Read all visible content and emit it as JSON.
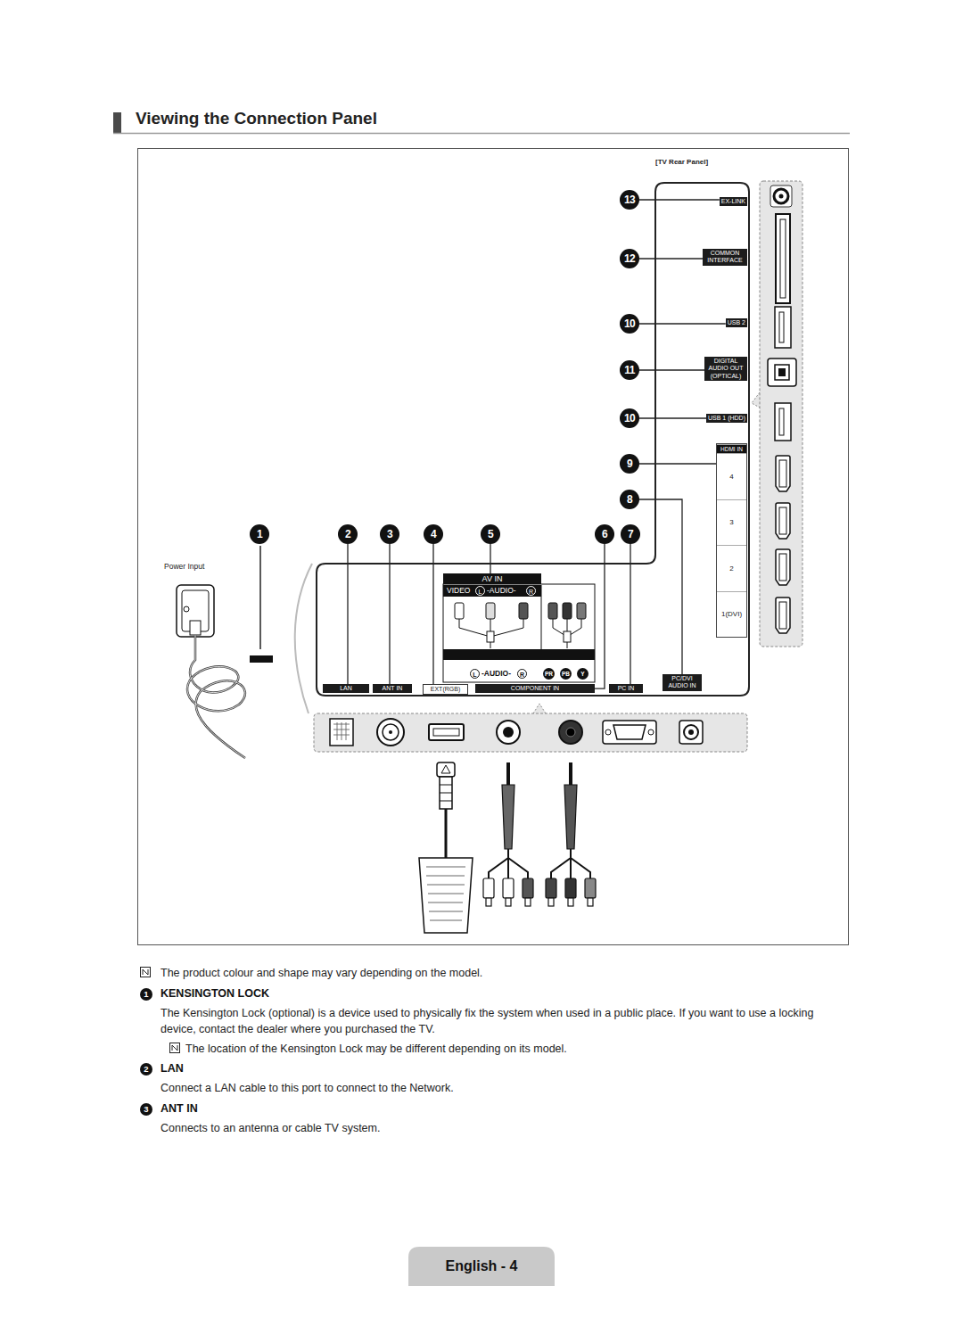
{
  "diagram": {
    "title": "Viewing the Connection Panel",
    "nodes": [
      {
        "text": [
          "13"
        ]
      },
      {
        "text": [
          "12"
        ]
      },
      {
        "text": [
          "10"
        ]
      },
      {
        "text": [
          "11"
        ]
      },
      {
        "text": [
          "10"
        ]
      },
      {
        "text": [
          "9"
        ]
      },
      {
        "text": [
          "8"
        ]
      },
      {
        "text": [
          "1"
        ]
      },
      {
        "text": [
          "2"
        ]
      },
      {
        "text": [
          "3"
        ]
      },
      {
        "text": [
          "4"
        ]
      },
      {
        "text": [
          "5"
        ]
      },
      {
        "text": [
          "6"
        ]
      },
      {
        "text": [
          "7"
        ]
      },
      {
        "text": [
          "EX-LINK"
        ]
      },
      {
        "text": [
          "COMMON INTERFACE"
        ]
      },
      {
        "text": [
          "USB 2"
        ]
      },
      {
        "text": [
          "DIGITAL AUDIO OUT (OPTICAL)"
        ]
      },
      {
        "text": [
          "USB 1 (HDD)"
        ]
      },
      {
        "text": [
          "HDMI IN",
          "4",
          "3",
          "2",
          "1(DVI)"
        ]
      },
      {
        "text": [
          "LAN"
        ]
      },
      {
        "text": [
          "ANT IN"
        ]
      },
      {
        "text": [
          "EXT(RGB)"
        ]
      },
      {
        "text": [
          "AV IN"
        ]
      },
      {
        "text": [
          "COMPONENT IN"
        ]
      },
      {
        "text": [
          "PC IN"
        ]
      },
      {
        "text": [
          "PC/DVI AUDIO IN"
        ]
      }
    ],
    "edges": [
      {
        "from": 0,
        "to": 14,
        "arrow": "none"
      },
      {
        "from": 1,
        "to": 15,
        "arrow": "none"
      },
      {
        "from": 2,
        "to": 16,
        "arrow": "none"
      },
      {
        "from": 3,
        "to": 17,
        "arrow": "none"
      },
      {
        "from": 4,
        "to": 18,
        "arrow": "none"
      },
      {
        "from": 5,
        "to": 19,
        "arrow": "none"
      },
      {
        "from": 6,
        "to": 26,
        "arrow": "none"
      },
      {
        "from": 8,
        "to": 20,
        "arrow": "none"
      },
      {
        "from": 9,
        "to": 21,
        "arrow": "none"
      },
      {
        "from": 10,
        "to": 22,
        "arrow": "none"
      },
      {
        "from": 11,
        "to": 23,
        "arrow": "none"
      },
      {
        "from": 12,
        "to": 24,
        "arrow": "none"
      },
      {
        "from": 13,
        "to": 25,
        "arrow": "none"
      }
    ],
    "labels": [
      "[TV Rear Panel]",
      "Power Input",
      "VIDEO",
      "L",
      "-AUDIO-",
      "R",
      "L",
      "-AUDIO-",
      "R",
      "PR",
      "PB",
      "Y",
      "The product colour and shape may vary depending on the model.",
      "1",
      "KENSINGTON LOCK",
      "The Kensington Lock (optional) is a device used to physically fix the system when used in a public place. If you want to use a locking device, contact the dealer where you purchased the TV.",
      "The location of the Kensington Lock may be different depending on its model.",
      "2",
      "LAN",
      "Connect a LAN cable to this port to connect to the Network.",
      "3",
      "ANT IN",
      "Connects to an antenna or cable TV system.",
      "English - 4"
    ]
  }
}
